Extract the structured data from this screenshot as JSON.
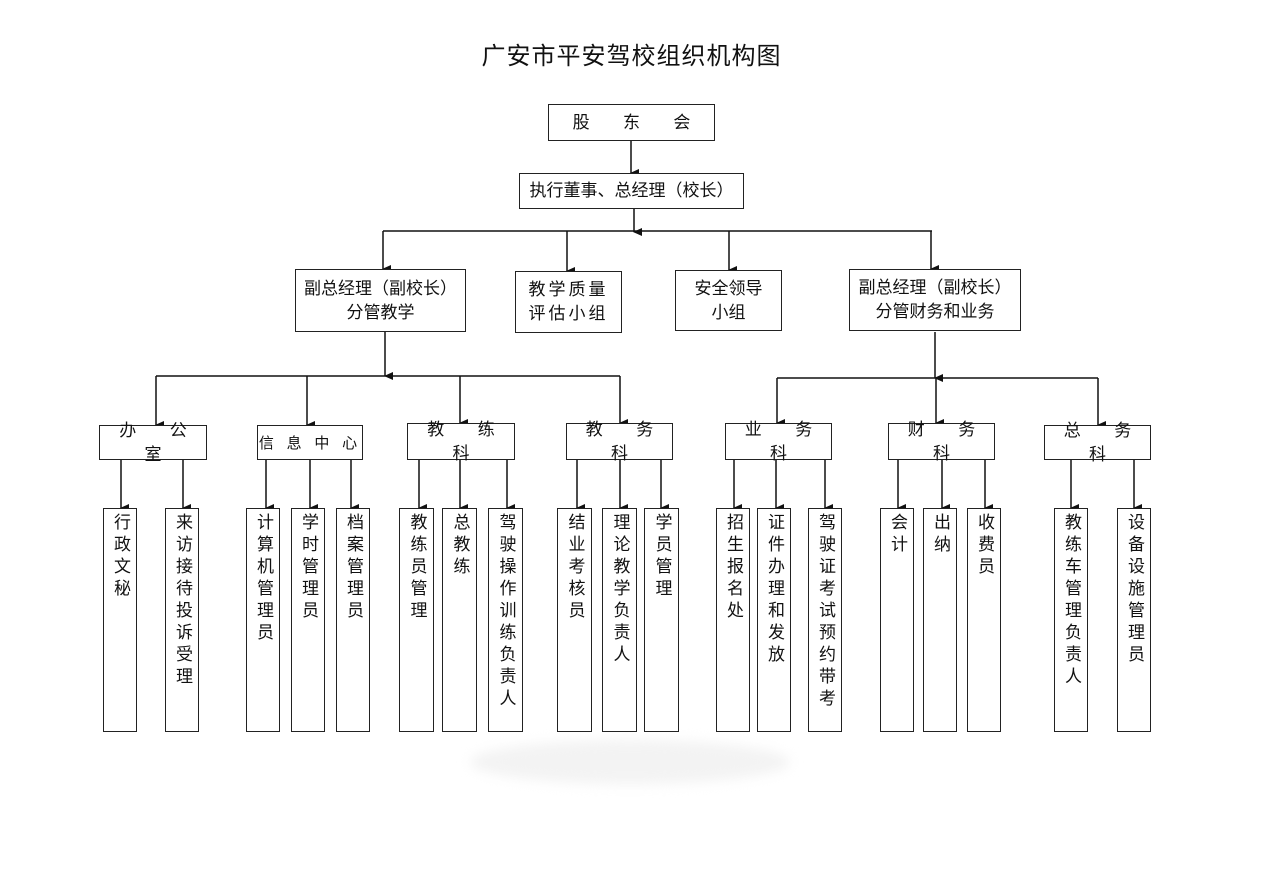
{
  "title": "广安市平安驾校组织机构图",
  "top": {
    "shareholders": "股 东 会",
    "ceo": "执行董事、总经理（校长）"
  },
  "level2": {
    "vp_teaching": [
      "副总经理（副校长）",
      "分管教学"
    ],
    "quality_group": [
      "教学质量",
      "评估小组"
    ],
    "safety_group": [
      "安全领导",
      "小组"
    ],
    "vp_finance": [
      "副总经理（副校长）",
      "分管财务和业务"
    ]
  },
  "departments": [
    {
      "name": "办 公 室",
      "roles": [
        "行政文秘",
        "来访接待投诉受理"
      ]
    },
    {
      "name": "信 息 中 心",
      "roles": [
        "计算机管理员",
        "学时管理员",
        "档案管理员"
      ]
    },
    {
      "name": "教 练 科",
      "roles": [
        "教练员管理",
        "总教练",
        "驾驶操作训练负责人"
      ]
    },
    {
      "name": "教 务 科",
      "roles": [
        "结业考核员",
        "理论教学负责人",
        "学员管理"
      ]
    },
    {
      "name": "业 务 科",
      "roles": [
        "招生报名处",
        "证件办理和发放",
        "驾驶证考试预约带考"
      ]
    },
    {
      "name": "财 务 科",
      "roles": [
        "会计",
        "出纳",
        "收费员"
      ]
    },
    {
      "name": "总 务 科",
      "roles": [
        "教练车管理负责人",
        "设备设施管理员"
      ]
    }
  ]
}
